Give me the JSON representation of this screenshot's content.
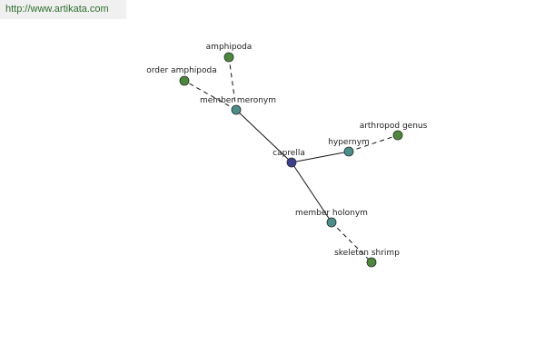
{
  "watermark": "http://www.artikata.com",
  "colors": {
    "center": "#3b3f8f",
    "relation": "#4a8f8a",
    "leaf": "#4a8a3a"
  },
  "nodes": [
    {
      "id": "caprella",
      "label": "caprella",
      "kind": "center"
    },
    {
      "id": "member-meronym",
      "label": "member meronym",
      "kind": "relation"
    },
    {
      "id": "hypernym",
      "label": "hypernym",
      "kind": "relation"
    },
    {
      "id": "member-holonym",
      "label": "member holonym",
      "kind": "relation"
    },
    {
      "id": "amphipoda",
      "label": "amphipoda",
      "kind": "leaf"
    },
    {
      "id": "order-amphipoda",
      "label": "order amphipoda",
      "kind": "leaf"
    },
    {
      "id": "arthropod-genus",
      "label": "arthropod genus",
      "kind": "leaf"
    },
    {
      "id": "skeleton-shrimp",
      "label": "skeleton shrimp",
      "kind": "leaf"
    }
  ],
  "edges": [
    {
      "from": "caprella",
      "to": "member-meronym",
      "style": "solid"
    },
    {
      "from": "caprella",
      "to": "hypernym",
      "style": "solid"
    },
    {
      "from": "caprella",
      "to": "member-holonym",
      "style": "solid"
    },
    {
      "from": "member-meronym",
      "to": "amphipoda",
      "style": "dashed"
    },
    {
      "from": "member-meronym",
      "to": "order-amphipoda",
      "style": "dashed"
    },
    {
      "from": "hypernym",
      "to": "arthropod-genus",
      "style": "dashed"
    },
    {
      "from": "member-holonym",
      "to": "skeleton-shrimp",
      "style": "dashed"
    }
  ]
}
